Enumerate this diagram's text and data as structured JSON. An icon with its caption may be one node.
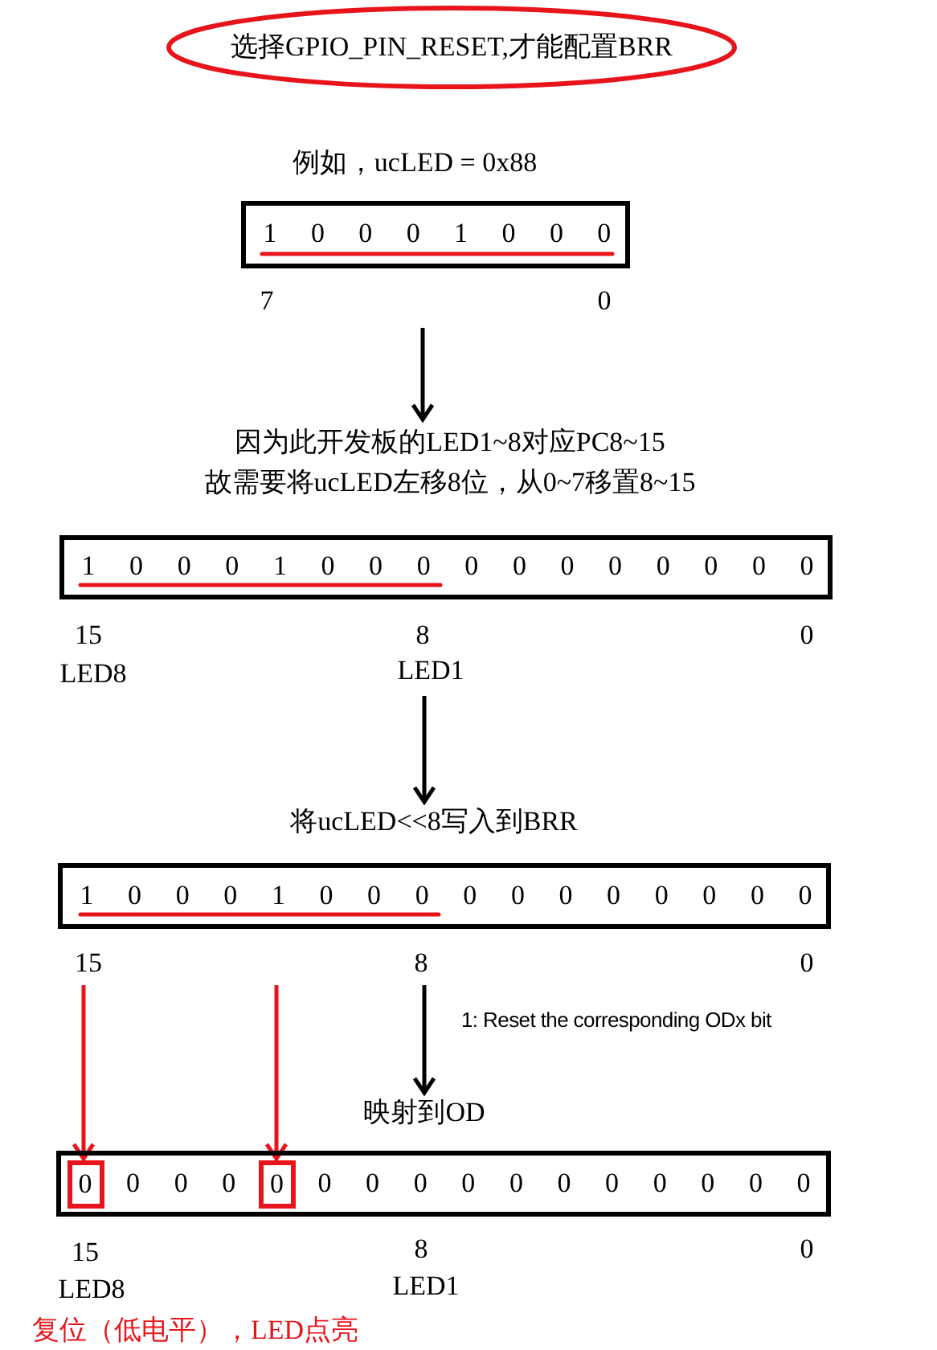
{
  "diagram": {
    "nodes": [
      {
        "text": [
          "选择GPIO_PIN_RESET,才能配置BRR"
        ]
      },
      {
        "text": [
          "例如，ucLED = 0x88",
          "1",
          "0",
          "0",
          "0",
          "1",
          "0",
          "0",
          "0"
        ],
        "beside": [
          "7",
          "0"
        ]
      },
      {
        "text": [
          "因为此开发板的LED1~8对应PC8~15",
          "故需要将ucLED左移8位，从0~7移置8~15",
          "1",
          "0",
          "0",
          "0",
          "1",
          "0",
          "0",
          "0",
          "0",
          "0",
          "0",
          "0",
          "0",
          "0",
          "0",
          "0"
        ],
        "beside": [
          "15",
          "LED8",
          "8",
          "LED1",
          "0"
        ]
      },
      {
        "text": [
          "将ucLED<<8写入到BRR",
          "1",
          "0",
          "0",
          "0",
          "1",
          "0",
          "0",
          "0",
          "0",
          "0",
          "0",
          "0",
          "0",
          "0",
          "0",
          "0"
        ],
        "beside": [
          "15",
          "8",
          "0"
        ]
      },
      {
        "text": [
          "映射到OD",
          "0",
          "0",
          "0",
          "0",
          "0",
          "0",
          "0",
          "0",
          "0",
          "0",
          "0",
          "0",
          "0",
          "0"
        ],
        "beside": [
          "15",
          "LED8",
          "8",
          "LED1",
          "0"
        ]
      },
      {
        "text": [
          "0"
        ],
        "in": 4
      },
      {
        "text": [
          "0"
        ],
        "in": 4
      }
    ],
    "edges": [
      {
        "from": 1,
        "to": 2,
        "arrow": "to"
      },
      {
        "from": 2,
        "to": 3,
        "arrow": "to"
      },
      {
        "from": 3,
        "to": 4,
        "arrow": "to",
        "label": "1: Reset the corresponding ODx bit"
      },
      {
        "from": 3,
        "to": 5,
        "arrow": "to",
        "color": "#e8141b"
      },
      {
        "from": 3,
        "to": 6,
        "arrow": "to",
        "color": "#e8141b"
      }
    ],
    "labels": [
      "复位（低电平），LED点亮"
    ]
  }
}
